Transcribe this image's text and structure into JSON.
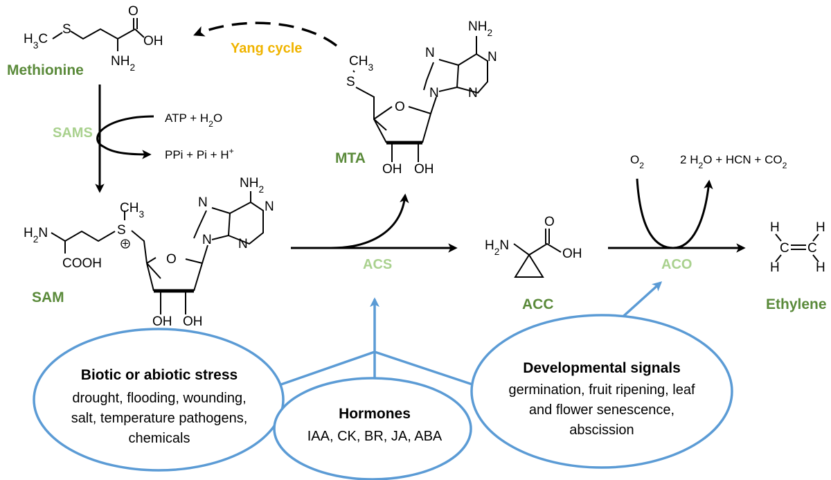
{
  "molecules": {
    "methionine": "Methionine",
    "sam": "SAM",
    "mta": "MTA",
    "acc": "ACC",
    "ethylene": "Ethylene"
  },
  "enzymes": {
    "sams": "SAMS",
    "acs": "ACS",
    "aco": "ACO"
  },
  "cycle_label": "Yang cycle",
  "reactants": {
    "sams_in": "ATP + H2O",
    "sams_out": "PPi + Pi + H+",
    "aco_in": "O2",
    "aco_out": "2 H2O + HCN + CO2"
  },
  "regulators": {
    "stress": {
      "title": "Biotic or abiotic stress",
      "lines": [
        "drought, flooding, wounding,",
        "salt, temperature pathogens,",
        "chemicals"
      ]
    },
    "hormones": {
      "title": "Hormones",
      "lines": [
        "IAA, CK, BR, JA, ABA"
      ]
    },
    "developmental": {
      "title": "Developmental signals",
      "lines": [
        "germination, fruit ripening, leaf",
        "and flower senescence,",
        "abscission"
      ]
    }
  },
  "atoms": {
    "h3c": "H3C",
    "s": "S",
    "o": "O",
    "oh": "OH",
    "nh2": "NH2",
    "h2n": "H2N",
    "ch3": "CH3",
    "cooh": "COOH",
    "n": "N",
    "h": "H",
    "c": "C",
    "plus": "+"
  },
  "colors": {
    "molecule_label": "#5a8a3a",
    "enzyme_label": "#a9d18e",
    "cycle_label": "#f0b400",
    "regulation": "#5b9bd5"
  }
}
